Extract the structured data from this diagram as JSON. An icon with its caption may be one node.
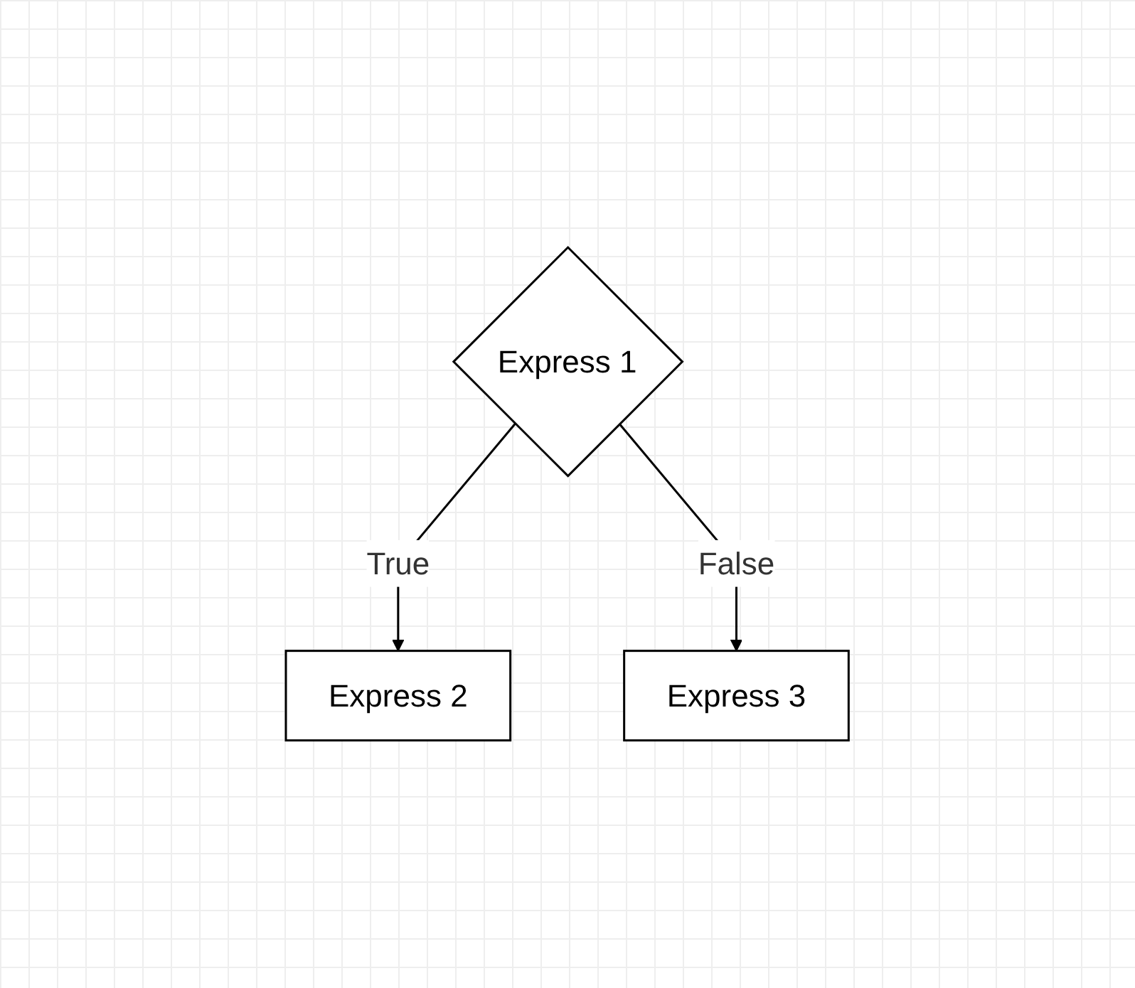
{
  "diagram": {
    "nodes": [
      {
        "text": [
          "Express 1"
        ]
      },
      {
        "text": [
          "Express 2"
        ]
      },
      {
        "text": [
          "Express 3"
        ]
      }
    ],
    "edges": [
      {
        "from": 0,
        "to": 1,
        "arrow": "to",
        "label": "True"
      },
      {
        "from": 0,
        "to": 2,
        "arrow": "to",
        "label": "False"
      }
    ]
  }
}
